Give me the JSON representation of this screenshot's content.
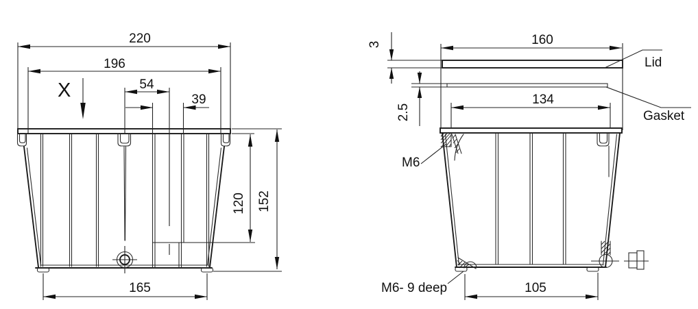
{
  "drawing": {
    "front": {
      "marker": "X",
      "dim_overall_width": "220",
      "dim_flange_width": "196",
      "dim_boss_offset": "54",
      "dim_recess_offset": "39",
      "dim_inner_depth": "120",
      "dim_overall_height": "152",
      "dim_base_width": "165"
    },
    "side": {
      "dim_lid_width": "160",
      "dim_lid_thickness": "3",
      "dim_gasket_thickness": "2.5",
      "dim_opening_width": "134",
      "dim_base_width": "105",
      "label_lid": "Lid",
      "label_gasket": "Gasket",
      "label_thread": "M6",
      "label_thread_depth": "M6- 9 deep"
    },
    "colors": {
      "line": "#1a1a1a",
      "dim": "#222222",
      "background": "#ffffff"
    }
  }
}
